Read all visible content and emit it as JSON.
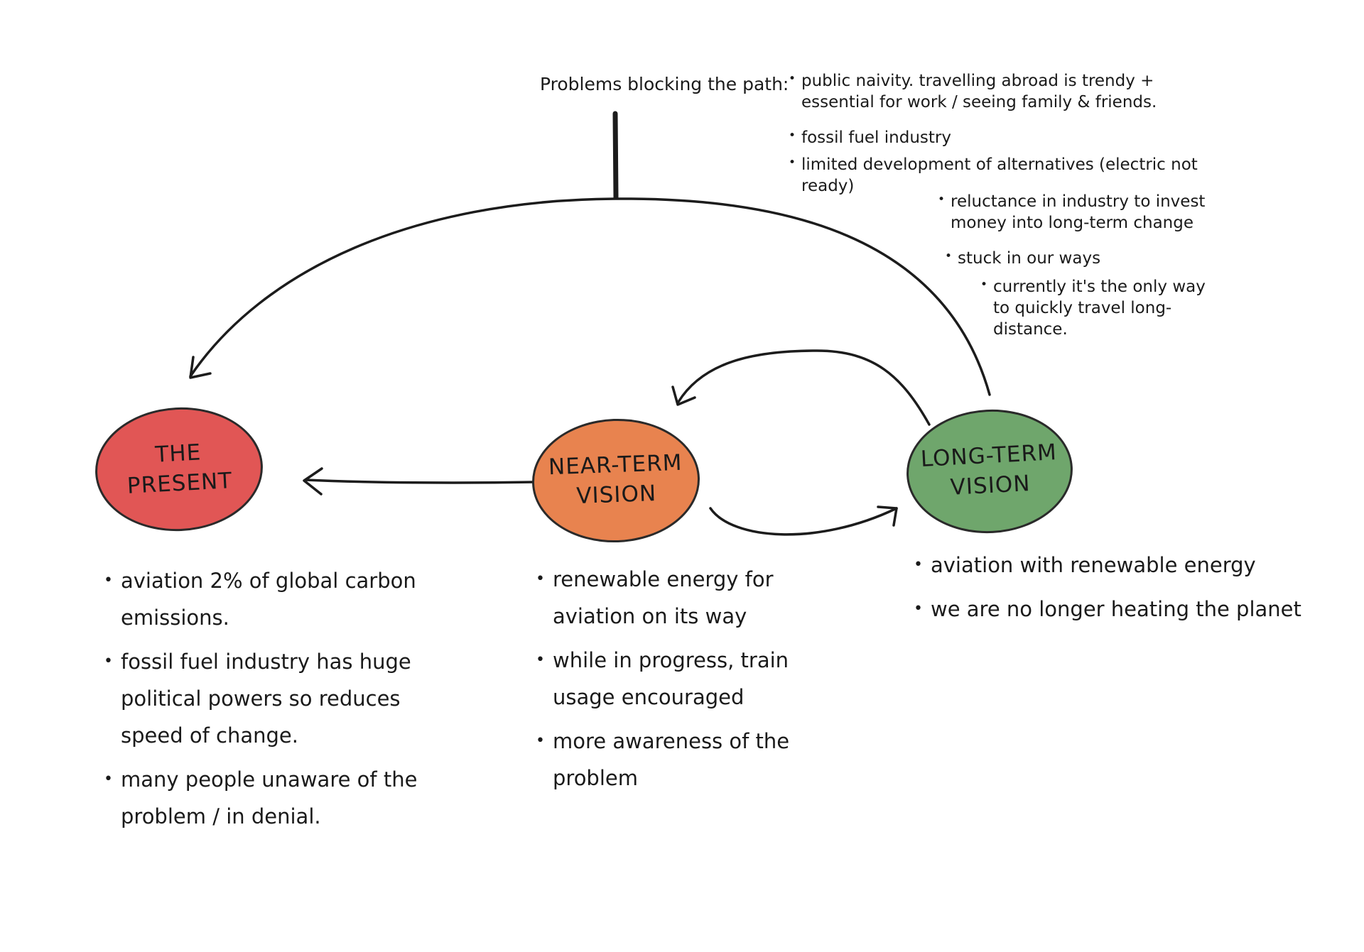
{
  "nodes": {
    "present": {
      "label": "THE\nPRESENT",
      "color": "#e15655"
    },
    "near_term": {
      "label": "NEAR-TERM\nVISION",
      "color": "#e8834f"
    },
    "long_term": {
      "label": "LONG-TERM\nVISION",
      "color": "#6fa66c"
    }
  },
  "problems": {
    "title": "Problems blocking the path:",
    "items": [
      "public naivity. travelling abroad is trendy + essential for work / seeing family & friends.",
      "fossil fuel industry",
      "limited development of alternatives (electric not ready)",
      "reluctance in industry to invest money into long-term change",
      "stuck in our ways",
      "currently it's the only way to quickly travel long-distance."
    ]
  },
  "notes": {
    "present": [
      "aviation 2% of global carbon emissions.",
      "fossil fuel industry has huge political powers so reduces speed of change.",
      "many people unaware of the problem / in denial."
    ],
    "near_term": [
      "renewable energy for aviation on its way",
      "while in progress, train usage encouraged",
      "more awareness of the problem"
    ],
    "long_term": [
      "aviation with renewable energy",
      "we are no longer heating the planet"
    ]
  },
  "colors": {
    "ink": "#1c1c1c",
    "present": "#e15655",
    "near_term": "#e8834f",
    "long_term": "#6fa66c"
  }
}
